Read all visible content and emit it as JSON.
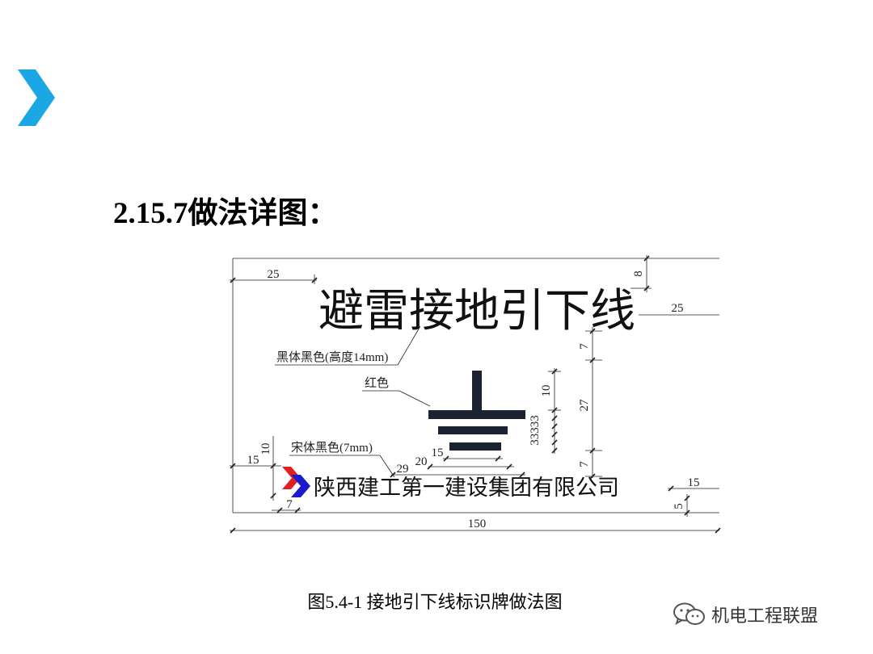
{
  "slide": {
    "title": "2.15.7做法详图：",
    "caption": "图5.4-1 接地引下线标识牌做法图",
    "watermark": "机电工程联盟",
    "accent_color": "#1ba7e4"
  },
  "sign": {
    "main_text": "避雷接地引下线",
    "company_text": "陕西建工第一建设集团有限公司",
    "logo_colors": [
      "#e02020",
      "#1a1ad0"
    ]
  },
  "annotations": {
    "heiti": "黑体黑色(高度14mm)",
    "red": "红色",
    "songti": "宋体黑色(7mm)"
  },
  "dimensions": {
    "top_left": "25",
    "top_right_v": "8",
    "right_top": "25",
    "r7a": "7",
    "r27": "27",
    "r7b": "7",
    "sym10": "10",
    "sym_stack": "33333",
    "left15": "15",
    "left10": "10",
    "d29": "29",
    "d20": "20",
    "d15": "15",
    "logo7": "7",
    "right15": "15",
    "right5": "5",
    "total": "150"
  }
}
